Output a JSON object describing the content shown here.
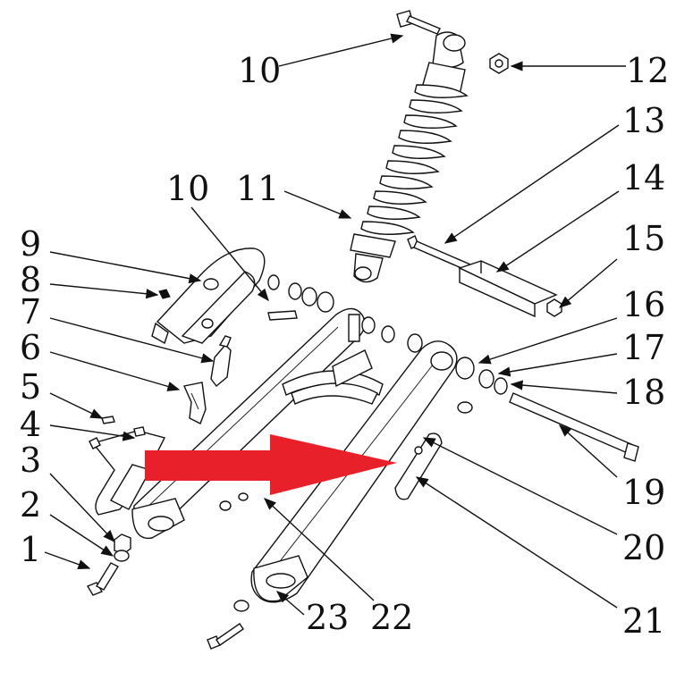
{
  "diagram": {
    "callouts": [
      {
        "id": "c1",
        "label": "1"
      },
      {
        "id": "c2",
        "label": "2"
      },
      {
        "id": "c3",
        "label": "3"
      },
      {
        "id": "c4",
        "label": "4"
      },
      {
        "id": "c5",
        "label": "5"
      },
      {
        "id": "c6",
        "label": "6"
      },
      {
        "id": "c7",
        "label": "7"
      },
      {
        "id": "c8",
        "label": "8"
      },
      {
        "id": "c9",
        "label": "9"
      },
      {
        "id": "c10a",
        "label": "10"
      },
      {
        "id": "c10b",
        "label": "10"
      },
      {
        "id": "c11",
        "label": "11"
      },
      {
        "id": "c12",
        "label": "12"
      },
      {
        "id": "c13",
        "label": "13"
      },
      {
        "id": "c14",
        "label": "14"
      },
      {
        "id": "c15",
        "label": "15"
      },
      {
        "id": "c16",
        "label": "16"
      },
      {
        "id": "c17",
        "label": "17"
      },
      {
        "id": "c18",
        "label": "18"
      },
      {
        "id": "c19",
        "label": "19"
      },
      {
        "id": "c20",
        "label": "20"
      },
      {
        "id": "c21",
        "label": "21"
      },
      {
        "id": "c22",
        "label": "22"
      },
      {
        "id": "c23",
        "label": "23"
      }
    ],
    "highlight_arrow": {
      "color": "#e8202a",
      "icon": "red-arrow-right-icon"
    },
    "line_color": "#111111"
  }
}
